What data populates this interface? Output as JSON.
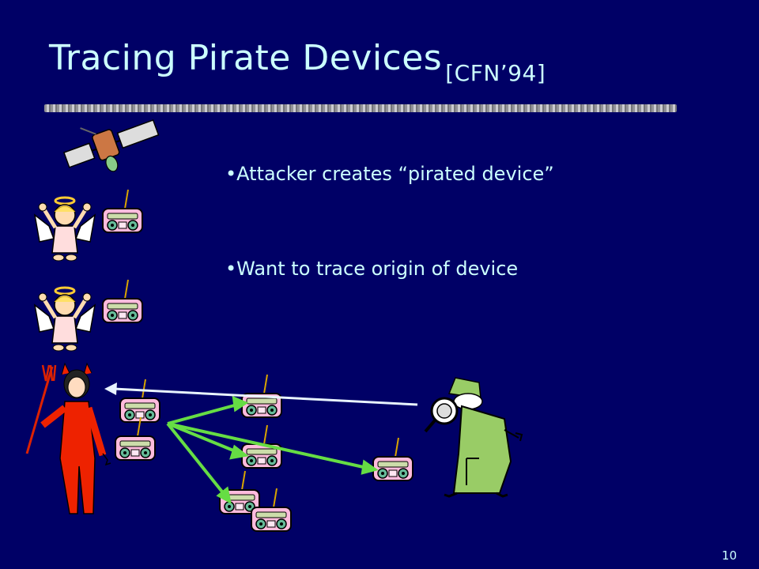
{
  "slide": {
    "title": "Tracing Pirate Devices",
    "title_subscript": "[CFN’94]",
    "bullets": [
      "•Attacker creates “pirated device”",
      "•Want to trace origin of device"
    ],
    "page_number": "10"
  },
  "colors": {
    "background": "#000066",
    "text": "#ccffff",
    "arrow_trace": "#e8f4ff",
    "arrow_copy": "#66dd44",
    "devil": "#ee2200",
    "detective": "#99cc66",
    "device": "#ffbbdd"
  },
  "icons": [
    "satellite-icon",
    "angel-icon",
    "devil-icon",
    "boombox-icon",
    "detective-icon"
  ]
}
